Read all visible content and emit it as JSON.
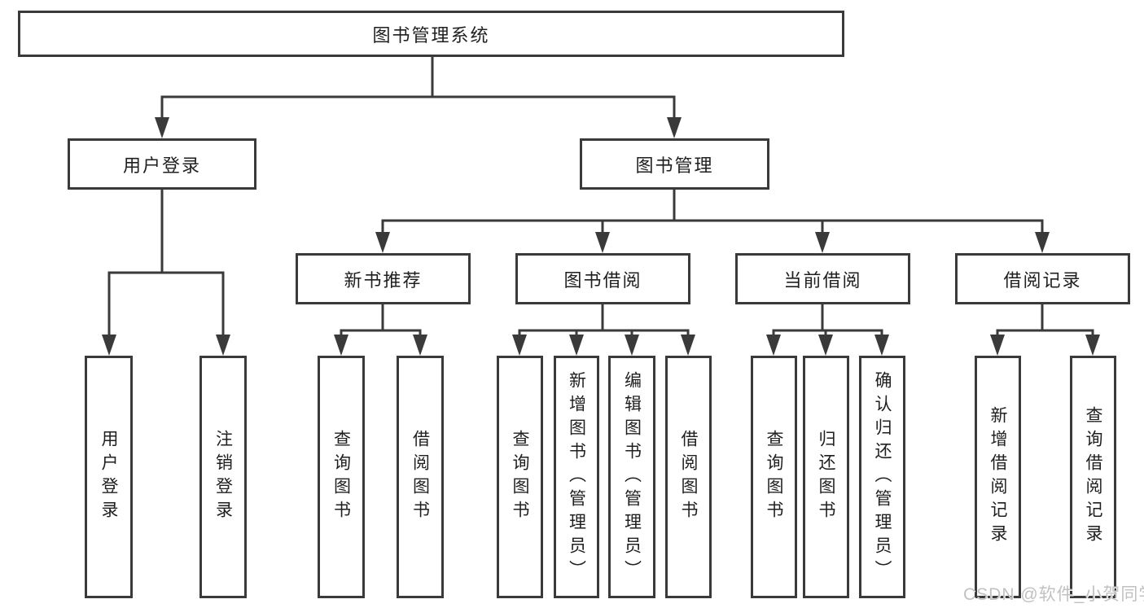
{
  "nodes": {
    "root": "图书管理系统",
    "user_login": "用户登录",
    "book_management": "图书管理",
    "new_book_recommend": "新书推荐",
    "book_borrow": "图书借阅",
    "current_borrow": "当前借阅",
    "borrow_record": "借阅记录",
    "leaves": {
      "user_login": "用户登录",
      "logout": "注销登录",
      "rec_query_book": "查询图书",
      "rec_borrow_book": "借阅图书",
      "bb_query_book": "查询图书",
      "bb_add_book": "新增图书（管理员）",
      "bb_edit_book": "编辑图书（管理员）",
      "bb_borrow_book": "借阅图书",
      "cb_query_book": "查询图书",
      "cb_return_book": "归还图书",
      "cb_confirm_return": "确认归还（管理员）",
      "br_add_record": "新增借阅记录",
      "br_query_record": "查询借阅记录"
    }
  },
  "edges": [
    {
      "from": "图书管理系统",
      "to": "用户登录"
    },
    {
      "from": "图书管理系统",
      "to": "图书管理"
    },
    {
      "from": "用户登录",
      "to": "用户登录"
    },
    {
      "from": "用户登录",
      "to": "注销登录"
    },
    {
      "from": "图书管理",
      "to": "新书推荐"
    },
    {
      "from": "图书管理",
      "to": "图书借阅"
    },
    {
      "from": "图书管理",
      "to": "当前借阅"
    },
    {
      "from": "图书管理",
      "to": "借阅记录"
    },
    {
      "from": "新书推荐",
      "to": "查询图书"
    },
    {
      "from": "新书推荐",
      "to": "借阅图书"
    },
    {
      "from": "图书借阅",
      "to": "查询图书"
    },
    {
      "from": "图书借阅",
      "to": "新增图书（管理员）"
    },
    {
      "from": "图书借阅",
      "to": "编辑图书（管理员）"
    },
    {
      "from": "图书借阅",
      "to": "借阅图书"
    },
    {
      "from": "当前借阅",
      "to": "查询图书"
    },
    {
      "from": "当前借阅",
      "to": "归还图书"
    },
    {
      "from": "当前借阅",
      "to": "确认归还（管理员）"
    },
    {
      "from": "借阅记录",
      "to": "新增借阅记录"
    },
    {
      "from": "借阅记录",
      "to": "查询借阅记录"
    }
  ],
  "watermark": "CSDN @软件_小贺同学"
}
